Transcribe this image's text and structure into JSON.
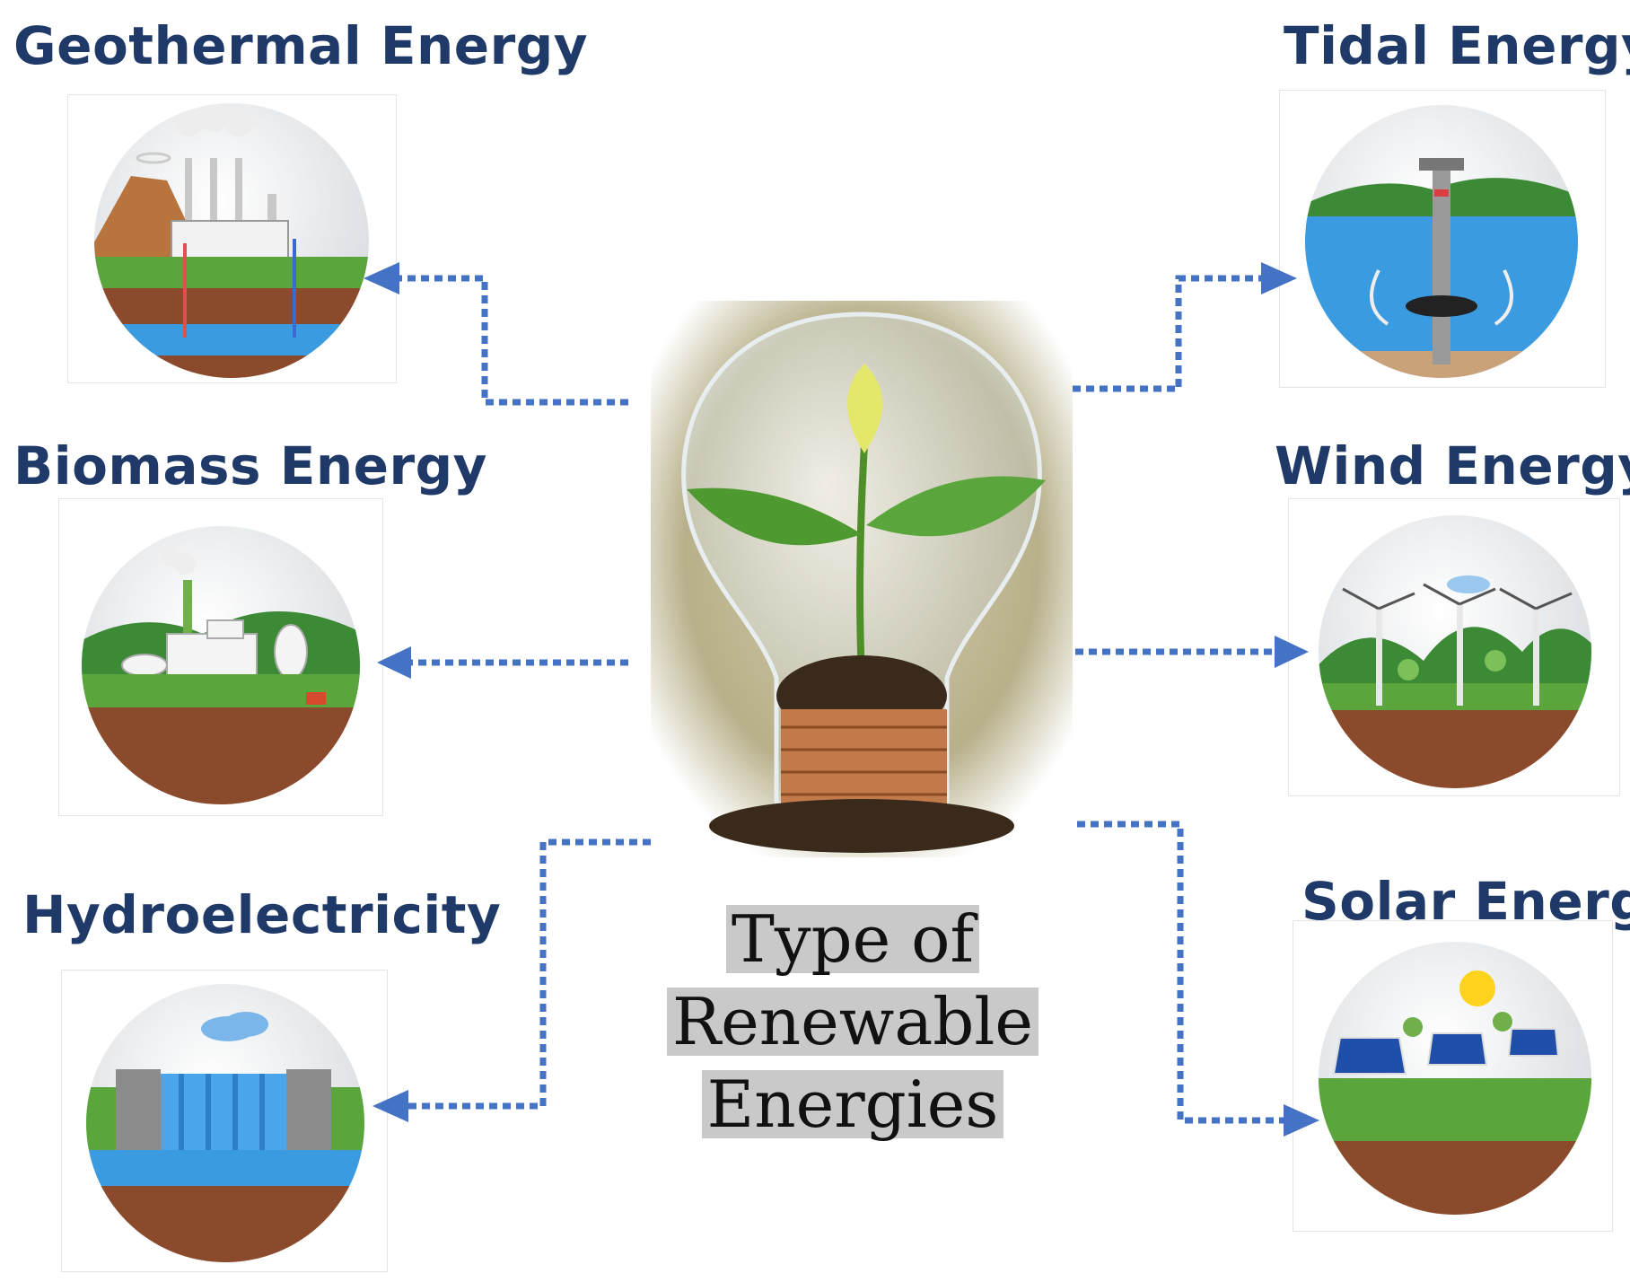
{
  "labels": {
    "geothermal": "Geothermal Energy",
    "biomass": "Biomass Energy",
    "hydro": "Hydroelectricity",
    "tidal": "Tidal Energy",
    "wind": "Wind Energy",
    "solar": "Solar Energy"
  },
  "center": {
    "line1": "Type of",
    "line2": "Renewable",
    "line3": "Energies"
  },
  "colors": {
    "title": "#1f3a68",
    "connector": "#4472c4",
    "sky": "#dfe4e8",
    "grass": "#5aa63c",
    "soil": "#8b4a2b",
    "water": "#3b9be0"
  }
}
